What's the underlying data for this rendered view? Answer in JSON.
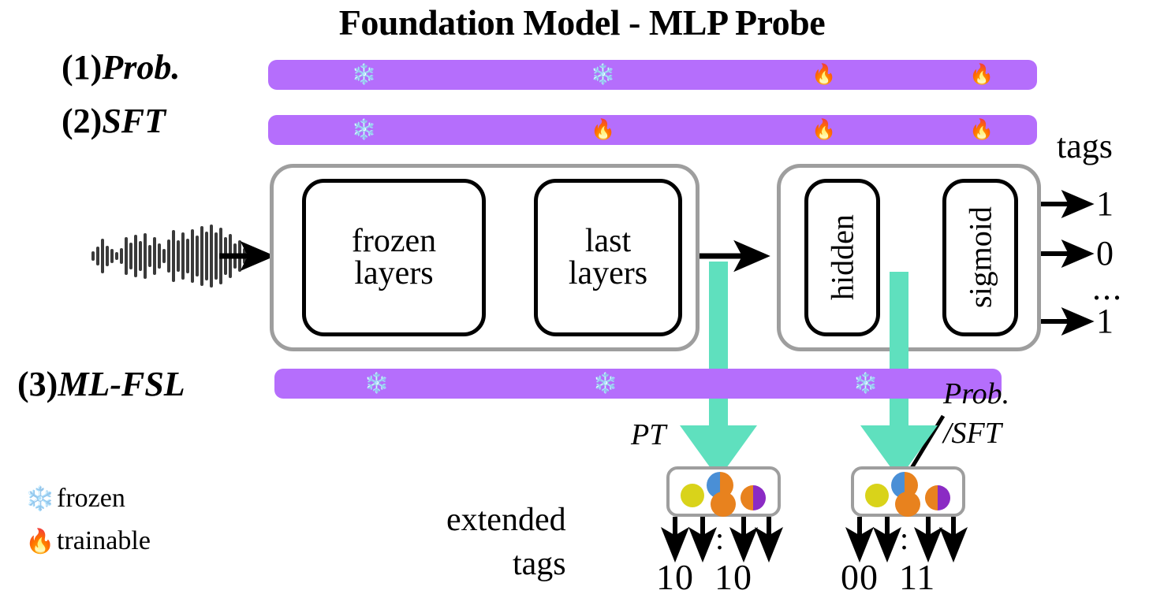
{
  "title": "Foundation Model - MLP Probe",
  "colors": {
    "purple_bar": "#b56efc",
    "teal_arrow": "#5fe0be",
    "grey_outline": "#9e9e9e",
    "circle_yellow": "#d9d31a",
    "circle_orange": "#e8821e",
    "circle_blue": "#4a8fd6",
    "circle_purple": "#8b2bc4"
  },
  "rows": [
    {
      "index": "(1)",
      "name": "Prob.",
      "icons": [
        "frozen",
        "frozen",
        "trainable",
        "trainable"
      ]
    },
    {
      "index": "(2)",
      "name": "SFT",
      "icons": [
        "frozen",
        "trainable",
        "trainable",
        "trainable"
      ]
    },
    {
      "index": "(3)",
      "name": "ML-FSL",
      "icons": [
        "frozen",
        "frozen",
        "frozen"
      ]
    }
  ],
  "icon_glyphs": {
    "frozen": "❄️",
    "trainable": "🔥"
  },
  "backbone": {
    "block_1": "frozen\nlayers",
    "block_1_line1": "frozen",
    "block_1_line2": "layers",
    "block_2_line1": "last",
    "block_2_line2": "layers"
  },
  "probe": {
    "block_1": "hidden",
    "block_2": "sigmoid"
  },
  "input": {
    "name": "audio-waveform"
  },
  "tags": {
    "label": "tags",
    "values": [
      "1",
      "0",
      "1"
    ],
    "ellipsis": "..."
  },
  "extended": {
    "label_line1": "extended",
    "label_line2": "tags",
    "boxes": [
      {
        "source_label": "PT",
        "digits": [
          "1",
          "0",
          "1",
          "0"
        ],
        "circles": [
          {
            "name": "yellow-dot",
            "left": "yellow",
            "right": "yellow"
          },
          {
            "name": "blue-orange-dot",
            "left": "blue",
            "right": "orange"
          },
          {
            "name": "orange-dot",
            "left": "orange",
            "right": "orange"
          },
          {
            "name": "orange-purple-dot",
            "left": "orange",
            "right": "purple"
          }
        ]
      },
      {
        "source_label_line1": "Prob.",
        "source_label_line2": "/SFT",
        "digits": [
          "0",
          "0",
          "1",
          "1"
        ],
        "circles": [
          {
            "name": "yellow-dot",
            "left": "yellow",
            "right": "yellow"
          },
          {
            "name": "blue-orange-dot",
            "left": "blue",
            "right": "orange"
          },
          {
            "name": "orange-dot",
            "left": "orange",
            "right": "orange"
          },
          {
            "name": "orange-purple-dot",
            "left": "orange",
            "right": "purple"
          }
        ]
      }
    ],
    "ellipsis": ":"
  },
  "legend": [
    {
      "icon": "❄️",
      "label": "frozen"
    },
    {
      "icon": "🔥",
      "label": "trainable"
    }
  ]
}
